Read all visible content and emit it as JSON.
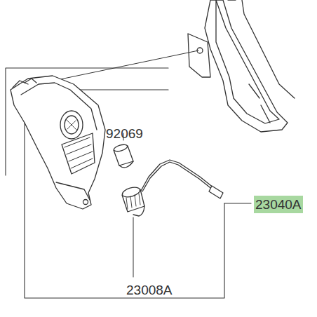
{
  "diagram": {
    "labels": [
      "92069",
      "23008A",
      "23040A"
    ]
  }
}
